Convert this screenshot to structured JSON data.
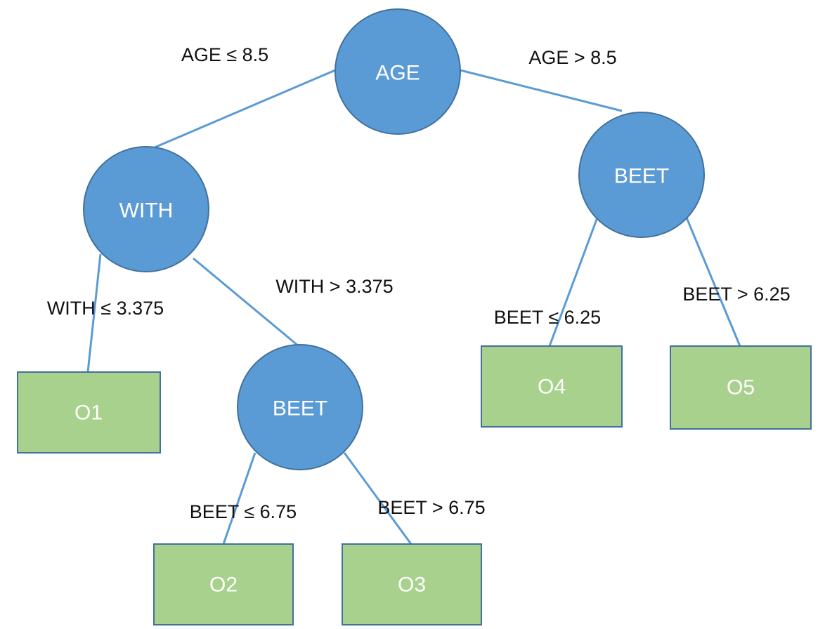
{
  "tree": {
    "nodes": {
      "age": "AGE",
      "with": "WITH",
      "beet_left": "BEET",
      "beet_right": "BEET",
      "o1": "O1",
      "o2": "O2",
      "o3": "O3",
      "o4": "O4",
      "o5": "O5"
    },
    "edges": {
      "age_le": "AGE ≤ 8.5",
      "age_gt": "AGE > 8.5",
      "with_le": "WITH ≤ 3.375",
      "with_gt": "WITH > 3.375",
      "beet_left_le": "BEET ≤ 6.75",
      "beet_left_gt": "BEET > 6.75",
      "beet_right_le": "BEET ≤ 6.25",
      "beet_right_gt": "BEET > 6.25"
    },
    "colors": {
      "decision_fill": "#5b9bd5",
      "leaf_fill": "#a9d18e",
      "connector": "#5b9bd5",
      "outline": "#41719c"
    }
  }
}
